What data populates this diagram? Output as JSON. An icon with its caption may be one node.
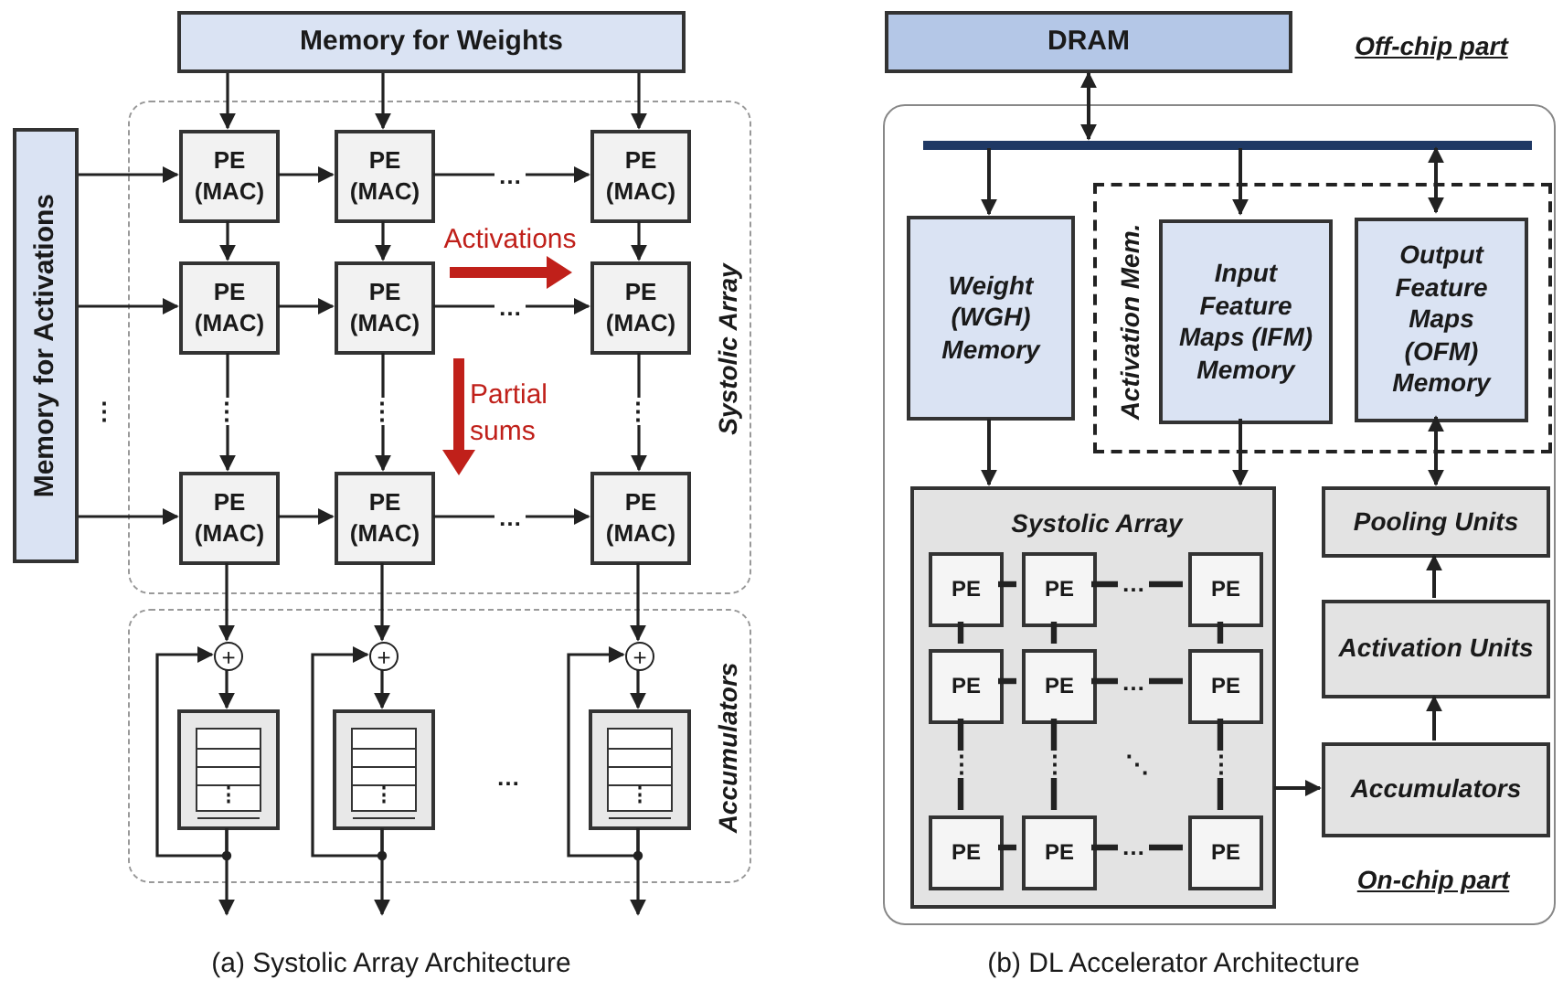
{
  "diagram": {
    "nodes": [
      {
        "text": [
          "Memory for Weights"
        ]
      },
      {
        "text": [
          "Memory for Activations"
        ]
      },
      {
        "text": [
          "Systolic Array"
        ]
      },
      {
        "text": [
          "PE (MAC)"
        ],
        "in": 2
      },
      {
        "text": [
          "PE (MAC)"
        ],
        "in": 2
      },
      {
        "text": [
          "PE (MAC)"
        ],
        "in": 2
      },
      {
        "text": [
          "PE (MAC)"
        ],
        "in": 2
      },
      {
        "text": [
          "PE (MAC)"
        ],
        "in": 2
      },
      {
        "text": [
          "PE (MAC)"
        ],
        "in": 2
      },
      {
        "text": [
          "PE (MAC)"
        ],
        "in": 2
      },
      {
        "text": [
          "PE (MAC)"
        ],
        "in": 2
      },
      {
        "text": [
          "PE (MAC)"
        ],
        "in": 2
      },
      {
        "text": [
          "Accumulators"
        ]
      },
      {
        "text": [
          "+"
        ],
        "in": 12
      },
      {
        "text": [
          "+"
        ],
        "in": 12
      },
      {
        "text": [
          "+"
        ],
        "in": 12
      },
      {
        "text": [
          "⋮"
        ],
        "in": 12
      },
      {
        "text": [
          "⋮"
        ],
        "in": 12
      },
      {
        "text": [
          "⋮"
        ],
        "in": 12
      },
      {
        "text": [
          "DRAM"
        ]
      },
      {
        "text": [
          "On-chip part"
        ]
      },
      {
        "text": [],
        "shape": "bar",
        "in": 20
      },
      {
        "text": [
          "Weight (WGH) Memory"
        ],
        "in": 20
      },
      {
        "text": [
          "Activation Mem."
        ],
        "in": 20
      },
      {
        "text": [
          "Input Feature Maps (IFM) Memory"
        ],
        "in": 23
      },
      {
        "text": [
          "Output Feature Maps (OFM) Memory"
        ],
        "in": 23
      },
      {
        "text": [
          "Systolic Array"
        ],
        "in": 20
      },
      {
        "text": [
          "PE"
        ],
        "in": 26
      },
      {
        "text": [
          "PE"
        ],
        "in": 26
      },
      {
        "text": [
          "PE"
        ],
        "in": 26
      },
      {
        "text": [
          "PE"
        ],
        "in": 26
      },
      {
        "text": [
          "PE"
        ],
        "in": 26
      },
      {
        "text": [
          "PE"
        ],
        "in": 26
      },
      {
        "text": [
          "PE"
        ],
        "in": 26
      },
      {
        "text": [
          "PE"
        ],
        "in": 26
      },
      {
        "text": [
          "PE"
        ],
        "in": 26
      },
      {
        "text": [
          "Pooling Units"
        ],
        "in": 20
      },
      {
        "text": [
          "Activation Units"
        ],
        "in": 20
      },
      {
        "text": [
          "Accumulators"
        ],
        "in": 20
      }
    ],
    "edges": [
      {
        "from": 0,
        "to": 3,
        "arrow": "to"
      },
      {
        "from": 0,
        "to": 4,
        "arrow": "to"
      },
      {
        "from": 0,
        "to": 5,
        "arrow": "to"
      },
      {
        "from": 1,
        "to": 3,
        "arrow": "to"
      },
      {
        "from": 1,
        "to": 6,
        "arrow": "to"
      },
      {
        "from": 1,
        "to": 9,
        "arrow": "to"
      },
      {
        "from": 3,
        "to": 4,
        "arrow": "to"
      },
      {
        "from": 4,
        "to": 5,
        "arrow": "to"
      },
      {
        "from": 6,
        "to": 7,
        "arrow": "to"
      },
      {
        "from": 7,
        "to": 8,
        "arrow": "to"
      },
      {
        "from": 9,
        "to": 10,
        "arrow": "to"
      },
      {
        "from": 10,
        "to": 11,
        "arrow": "to"
      },
      {
        "from": 3,
        "to": 6,
        "arrow": "to"
      },
      {
        "from": 6,
        "to": 9,
        "arrow": "to"
      },
      {
        "from": 4,
        "to": 7,
        "arrow": "to"
      },
      {
        "from": 7,
        "to": 10,
        "arrow": "to"
      },
      {
        "from": 5,
        "to": 8,
        "arrow": "to"
      },
      {
        "from": 8,
        "to": 11,
        "arrow": "to"
      },
      {
        "from": 9,
        "to": 13,
        "arrow": "to"
      },
      {
        "from": 10,
        "to": 14,
        "arrow": "to"
      },
      {
        "from": 11,
        "to": 15,
        "arrow": "to"
      },
      {
        "from": 13,
        "to": 16,
        "arrow": "to"
      },
      {
        "from": 14,
        "to": 17,
        "arrow": "to"
      },
      {
        "from": 15,
        "to": 18,
        "arrow": "to"
      },
      {
        "from": 16,
        "to": 13,
        "arrow": "to"
      },
      {
        "from": 17,
        "to": 14,
        "arrow": "to"
      },
      {
        "from": 18,
        "to": 15,
        "arrow": "to"
      },
      {
        "from": 16,
        "to": null,
        "arrow": "to"
      },
      {
        "from": 17,
        "to": null,
        "arrow": "to"
      },
      {
        "from": 18,
        "to": null,
        "arrow": "to"
      },
      {
        "from": 19,
        "to": 21,
        "arrow": "both"
      },
      {
        "from": 21,
        "to": 22,
        "arrow": "to"
      },
      {
        "from": 21,
        "to": 24,
        "arrow": "to"
      },
      {
        "from": 21,
        "to": 25,
        "arrow": "both"
      },
      {
        "from": 22,
        "to": 26,
        "arrow": "to"
      },
      {
        "from": 24,
        "to": 26,
        "arrow": "to"
      },
      {
        "from": 25,
        "to": 36,
        "arrow": "both"
      },
      {
        "from": 37,
        "to": 36,
        "arrow": "to"
      },
      {
        "from": 38,
        "to": 37,
        "arrow": "to"
      },
      {
        "from": 26,
        "to": 38,
        "arrow": "to"
      },
      {
        "from": 27,
        "to": 28,
        "arrow": "none",
        "style": "thick"
      },
      {
        "from": 28,
        "to": 29,
        "arrow": "none",
        "style": "thick"
      },
      {
        "from": 30,
        "to": 31,
        "arrow": "none",
        "style": "thick"
      },
      {
        "from": 31,
        "to": 32,
        "arrow": "none",
        "style": "thick"
      },
      {
        "from": 33,
        "to": 34,
        "arrow": "none",
        "style": "thick"
      },
      {
        "from": 34,
        "to": 35,
        "arrow": "none",
        "style": "thick"
      },
      {
        "from": 27,
        "to": 30,
        "arrow": "none",
        "style": "thick"
      },
      {
        "from": 30,
        "to": 33,
        "arrow": "none",
        "style": "thick"
      },
      {
        "from": 28,
        "to": 31,
        "arrow": "none",
        "style": "thick"
      },
      {
        "from": 31,
        "to": 34,
        "arrow": "none",
        "style": "thick"
      },
      {
        "from": 29,
        "to": 32,
        "arrow": "none",
        "style": "thick"
      },
      {
        "from": 32,
        "to": 35,
        "arrow": "none",
        "style": "thick"
      }
    ],
    "labels": [
      "Off-chip part",
      "…",
      "Activations",
      "…",
      "⋮",
      "⋮",
      "⋮",
      "Partial sums",
      "⋮",
      "…",
      "…",
      "(a) Systolic Array Architecture",
      "(b) DL Accelerator Architecture",
      "…",
      "…",
      "⋮",
      "⋮",
      "⋱",
      "⋮",
      "…"
    ]
  }
}
